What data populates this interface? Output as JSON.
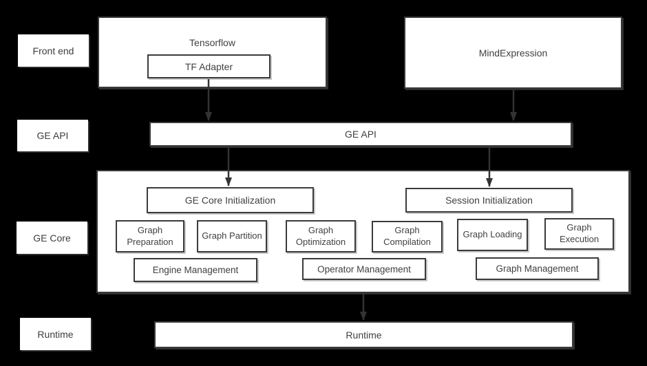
{
  "layers": [
    {
      "label": "Front end"
    },
    {
      "label": "GE API"
    },
    {
      "label": "GE Core"
    },
    {
      "label": "Runtime"
    }
  ],
  "boxes": {
    "tensorflow": "Tensorflow",
    "tf_adapter": "TF Adapter",
    "mindexpression": "MindExpression",
    "ge_api": "GE API",
    "ge_core_init": "GE Core Initialization",
    "session_init": "Session Initialization",
    "modules": [
      {
        "label": "Graph Preparation"
      },
      {
        "label": "Graph Partition"
      },
      {
        "label": "Graph Optimization"
      },
      {
        "label": "Graph Compilation"
      },
      {
        "label": "Graph Loading"
      },
      {
        "label": "Graph Execution"
      }
    ],
    "management": [
      {
        "label": "Engine Management"
      },
      {
        "label": "Operator Management"
      },
      {
        "label": "Graph Management"
      }
    ],
    "runtime": "Runtime"
  },
  "colors": {
    "background": "#000000",
    "box_fill": "#ffffff",
    "border": "#3a3a3a",
    "text": "#404040",
    "arrow": "#333333"
  }
}
